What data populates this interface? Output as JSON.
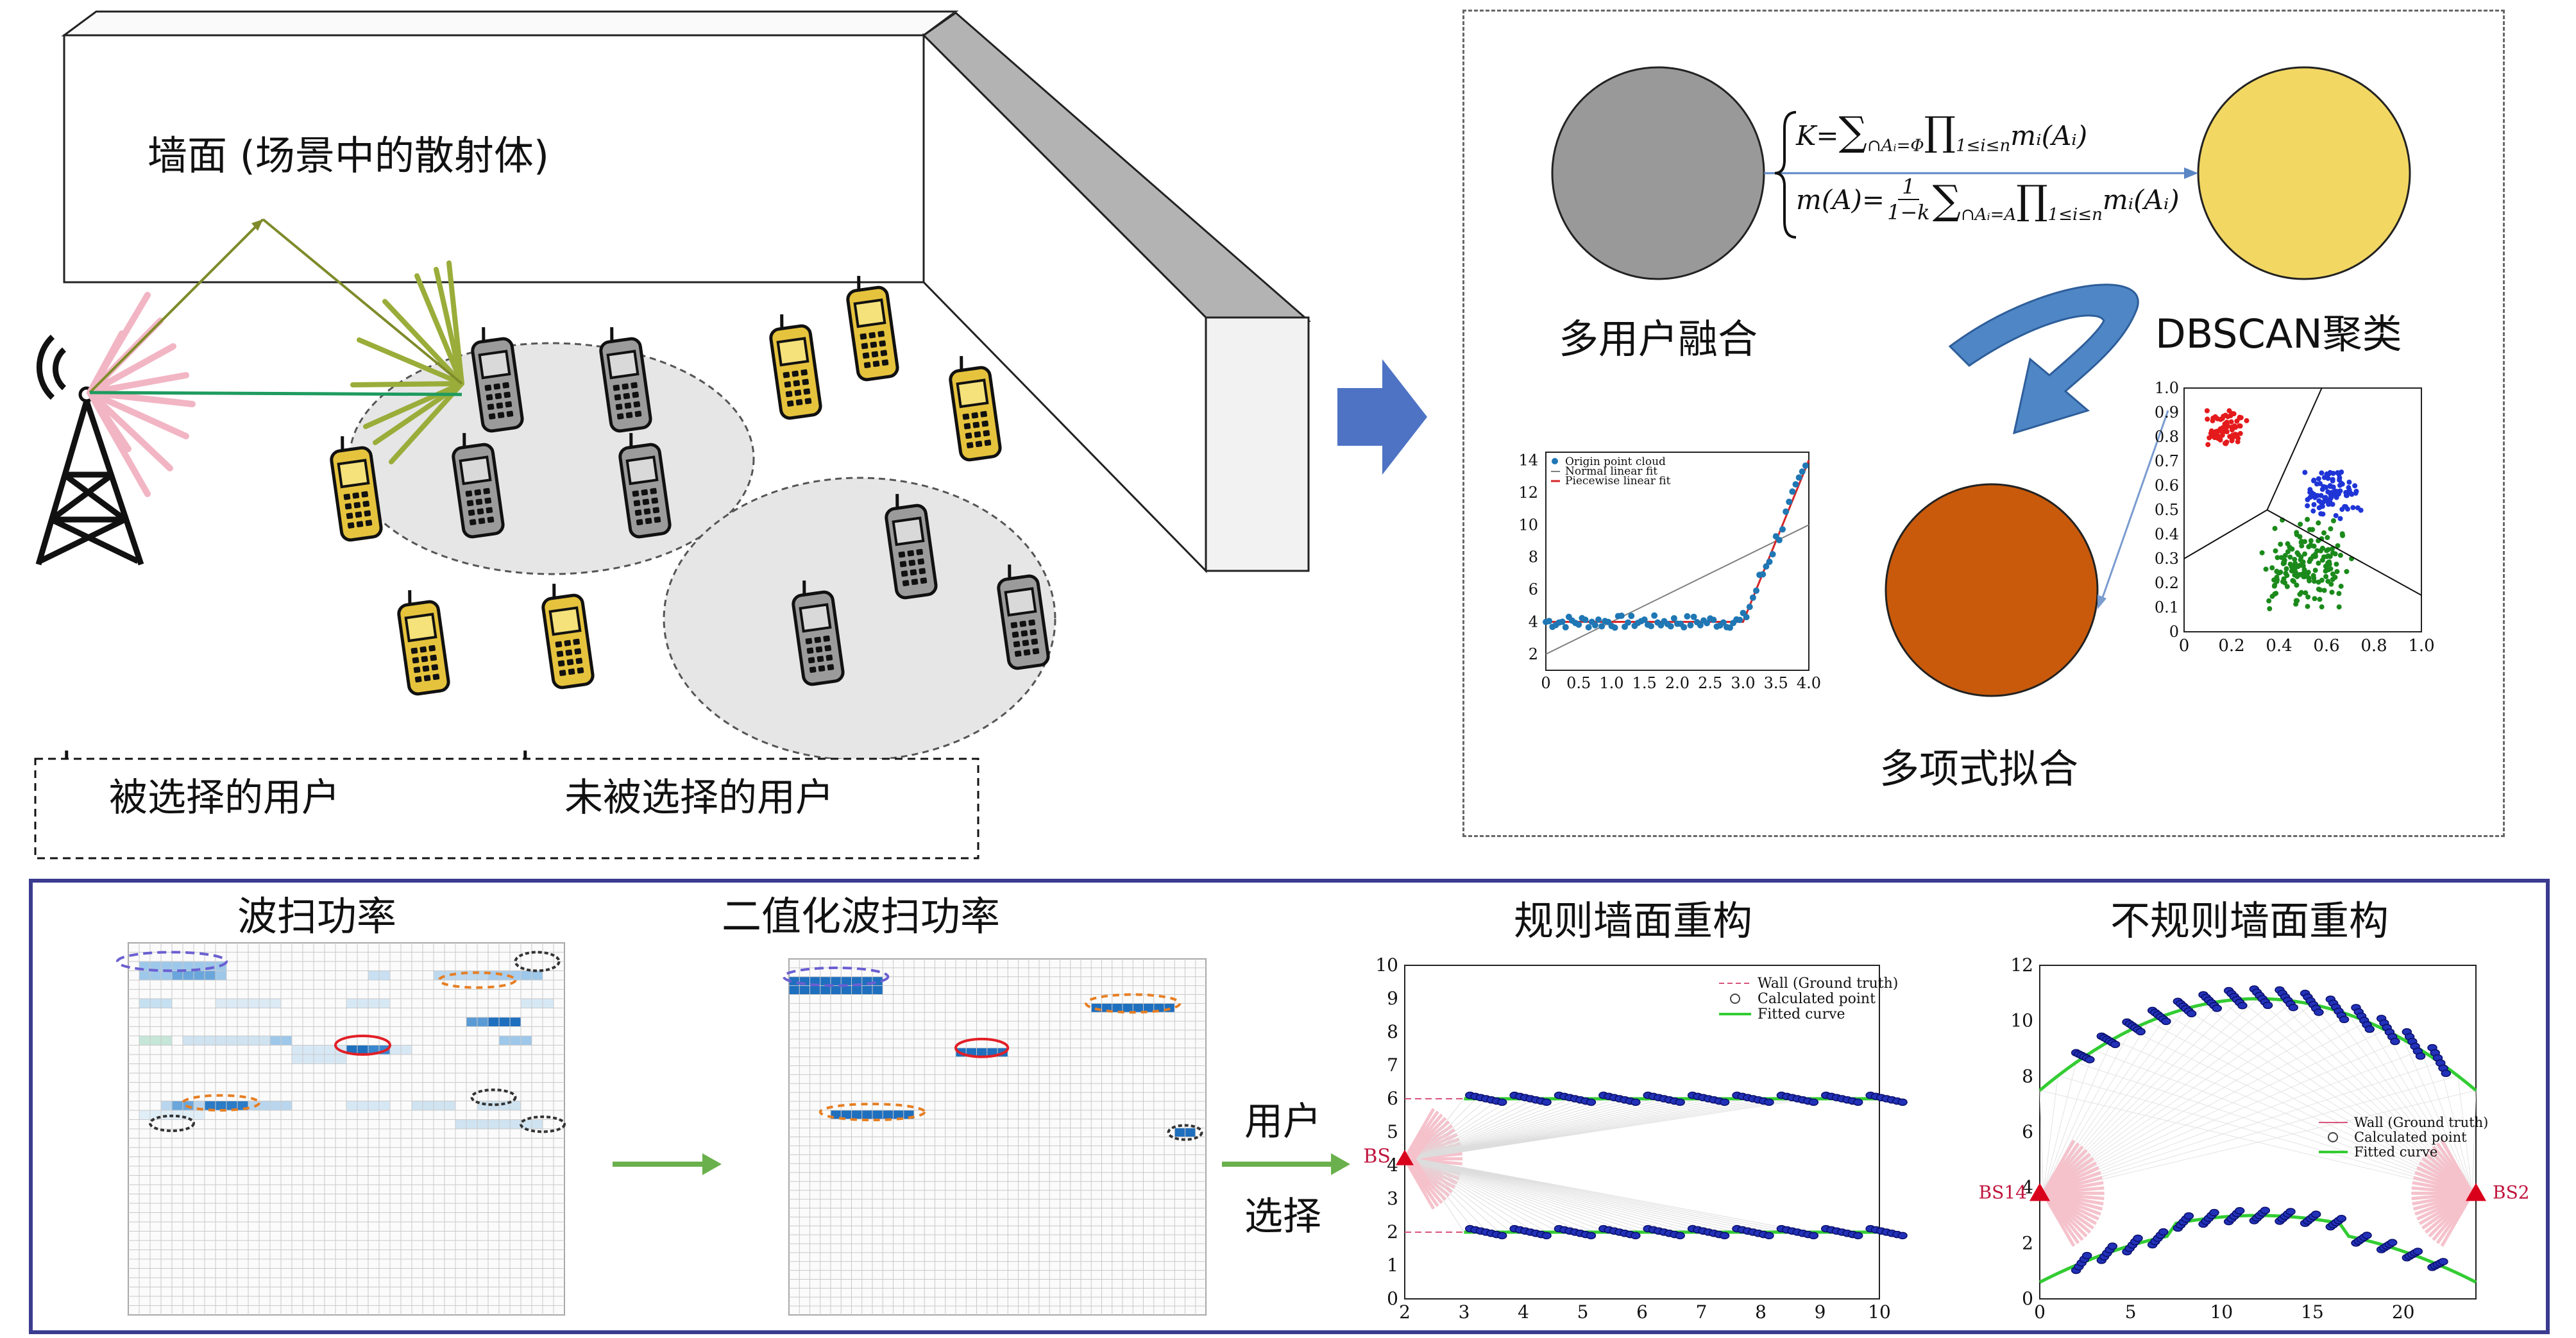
{
  "scene": {
    "wall_label": "墙面 (场景中的散射体)",
    "legend_selected": "被选择的用户",
    "legend_unselected": "未被选择的用户"
  },
  "pipeline": {
    "fusion_label": "多用户融合",
    "dbscan_label": "DBSCAN聚类",
    "poly_label": "多项式拟合",
    "formula_k_lhs": "K=",
    "formula_m_lhs": "m(A)=",
    "formula_frac_num": "1",
    "formula_frac_den": "1−k",
    "formula_k_sum_sub": "∩Aᵢ=Φ",
    "formula_m_sum_sub": "∩Aᵢ=A",
    "formula_prod_sub": "1≤i≤n",
    "formula_term": "mᵢ(Aᵢ)",
    "fit_chart": {
      "legend": [
        "Origin point cloud",
        "Normal linear fit",
        "Piecewise linear fit"
      ],
      "x_ticks": [
        "0",
        "0.5",
        "1.0",
        "1.5",
        "2.0",
        "2.5",
        "3.0",
        "3.5",
        "4.0"
      ],
      "y_ticks": [
        "2",
        "4",
        "6",
        "8",
        "10",
        "12",
        "14"
      ],
      "colors": {
        "points": "#1f77b4",
        "normal_fit": "#7f7f7f",
        "piecewise_fit": "#d62728"
      }
    },
    "cluster_chart": {
      "x_ticks": [
        "0",
        "0.2",
        "0.4",
        "0.6",
        "0.8",
        "1.0"
      ],
      "y_ticks": [
        "0",
        "0.1",
        "0.2",
        "0.3",
        "0.4",
        "0.5",
        "0.6",
        "0.7",
        "0.8",
        "0.9",
        "1.0"
      ],
      "colors": {
        "red": "#e41a1c",
        "blue": "#1f35d6",
        "green": "#1b8a1b"
      }
    },
    "circle_colors": {
      "fusion": "#999999",
      "dbscan": "#f2d763",
      "poly": "#c95a0c"
    }
  },
  "bottom": {
    "sweep_title": "波扫功率",
    "binary_title": "二值化波扫功率",
    "user_select_1": "用户",
    "user_select_2": "选择",
    "regular_title": "规则墙面重构",
    "irregular_title": "不规则墙面重构",
    "regular_chart": {
      "legend": [
        "Wall (Ground truth)",
        "Calculated point",
        "Fitted curve"
      ],
      "x_ticks": [
        "2",
        "3",
        "4",
        "5",
        "6",
        "7",
        "8",
        "9",
        "10"
      ],
      "y_ticks": [
        "0",
        "1",
        "2",
        "3",
        "4",
        "5",
        "6",
        "7",
        "8",
        "9",
        "10"
      ],
      "bs_label": "BS"
    },
    "irregular_chart": {
      "legend": [
        "Wall (Ground truth)",
        "Calculated point",
        "Fitted curve"
      ],
      "x_ticks": [
        "0",
        "5",
        "10",
        "15",
        "20"
      ],
      "y_ticks": [
        "0",
        "2",
        "4",
        "6",
        "8",
        "10",
        "12"
      ],
      "bs_left": "BS14",
      "bs_right": "BS2"
    },
    "panel_border_color": "#3b3b8f",
    "arrow_color": "#6ab04c"
  }
}
